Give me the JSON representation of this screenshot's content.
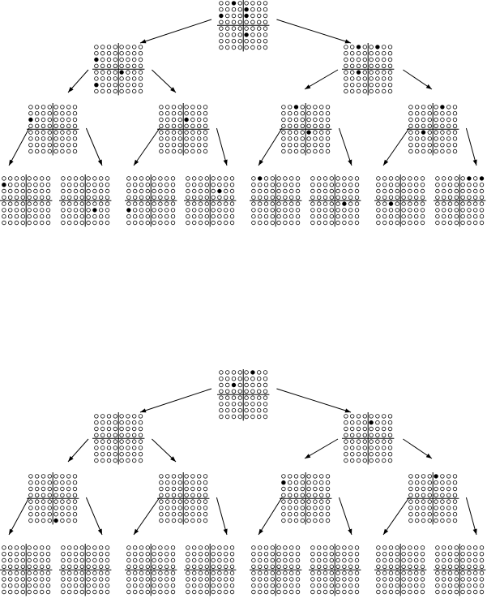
{
  "colors": {
    "ink": "#000000",
    "paper": "#ffffff"
  },
  "trees": [
    {
      "root": [
        "00100000",
        "00001000",
        "10001000",
        "00000000",
        "00000000",
        "00001000",
        "00000000",
        "00000000"
      ],
      "level1": [
        [
          "00000000",
          "00000000",
          "10000000",
          "00000000",
          "00001000",
          "00000000",
          "10000000",
          "00000000"
        ],
        [
          "00100100",
          "00000000",
          "00000000",
          "00000000",
          "00100000",
          "00000000",
          "00000000",
          "00000000"
        ]
      ],
      "level2": [
        [
          "00000000",
          "00000000",
          "10000000",
          "00000000",
          "00000000",
          "00000000",
          "00000000",
          "00000000"
        ],
        [
          "00000000",
          "00000000",
          "00001000",
          "00000000",
          "00000000",
          "00000000",
          "00000000",
          "00000000"
        ],
        [
          "00100000",
          "00000000",
          "00000000",
          "00000000",
          "00001000",
          "00000000",
          "00000000",
          "00000000"
        ],
        [
          "00000100",
          "00000000",
          "00000000",
          "00000000",
          "00100000",
          "00000000",
          "00000000",
          "00000000"
        ]
      ],
      "level3": [
        [
          "00000000",
          "10000000",
          "00000000",
          "00000000",
          "00000000",
          "00000000",
          "00000000",
          "00000000"
        ],
        [
          "00000000",
          "00000000",
          "00000000",
          "00000000",
          "00000000",
          "00000100",
          "00000000",
          "00000000"
        ],
        [
          "00000000",
          "00000000",
          "00000000",
          "00000000",
          "00000000",
          "10000000",
          "00000000",
          "00000000"
        ],
        [
          "00000000",
          "00000000",
          "00000100",
          "00000000",
          "00000000",
          "00000000",
          "00000000",
          "00000000"
        ],
        [
          "01000000",
          "00000000",
          "00000000",
          "00000000",
          "00000000",
          "00000000",
          "00000000",
          "00000000"
        ],
        [
          "00000000",
          "00000000",
          "00000000",
          "00000000",
          "00000100",
          "00000000",
          "00000000",
          "00000000"
        ],
        [
          "00000000",
          "00000000",
          "00000000",
          "00000000",
          "00100000",
          "00000000",
          "00000000",
          "00000000"
        ],
        [
          "00000101",
          "00000000",
          "00000000",
          "00000000",
          "00000000",
          "00000000",
          "00000000",
          "00000000"
        ]
      ]
    },
    {
      "root": [
        "00000100",
        "00000000",
        "00100000",
        "00000000",
        "00000000",
        "00000000",
        "00000000",
        "00000000"
      ],
      "level1": [
        [
          "00000000",
          "00000000",
          "00000000",
          "00000000",
          "00000000",
          "00000000",
          "00000000",
          "00000000"
        ],
        [
          "00000000",
          "00001000",
          "00000000",
          "00000000",
          "00000000",
          "00000000",
          "00000000",
          "00000000"
        ]
      ],
      "level2": [
        [
          "00000000",
          "00000000",
          "00000000",
          "00000000",
          "00000000",
          "00000000",
          "00000000",
          "00001000"
        ],
        [
          "00000000",
          "00000000",
          "00000000",
          "00000000",
          "00000000",
          "00000000",
          "00000000",
          "00000000"
        ],
        [
          "00000000",
          "10000000",
          "00000000",
          "00000000",
          "00000000",
          "00000000",
          "00000000",
          "00000000"
        ],
        [
          "00001000",
          "00000000",
          "00000000",
          "00000000",
          "00000000",
          "00000000",
          "00000000",
          "00000000"
        ]
      ],
      "level3": [
        [
          "00000000",
          "00000000",
          "00000000",
          "00000000",
          "00000000",
          "00000000",
          "00000000",
          "00000000"
        ],
        [
          "00000000",
          "00000000",
          "00000000",
          "00000000",
          "00000000",
          "00000000",
          "00000000",
          "00000000"
        ],
        [
          "00000000",
          "00000000",
          "00000000",
          "00000000",
          "00000000",
          "00000000",
          "00000000",
          "00000000"
        ],
        [
          "00000000",
          "00000000",
          "00000000",
          "00000000",
          "00000000",
          "00000000",
          "00000000",
          "00000000"
        ],
        [
          "00000000",
          "00000000",
          "00000000",
          "00000000",
          "00000000",
          "00000000",
          "00000000",
          "00000000"
        ],
        [
          "00000000",
          "00000000",
          "00000000",
          "00000000",
          "00000000",
          "00000000",
          "00000000",
          "00000000"
        ],
        [
          "00000000",
          "00000000",
          "00000000",
          "00000000",
          "00000000",
          "00000000",
          "00000000",
          "00000000"
        ],
        [
          "00000000",
          "00000000",
          "00000000",
          "00000000",
          "00000000",
          "00000000",
          "00000000",
          "00000000"
        ]
      ]
    }
  ]
}
